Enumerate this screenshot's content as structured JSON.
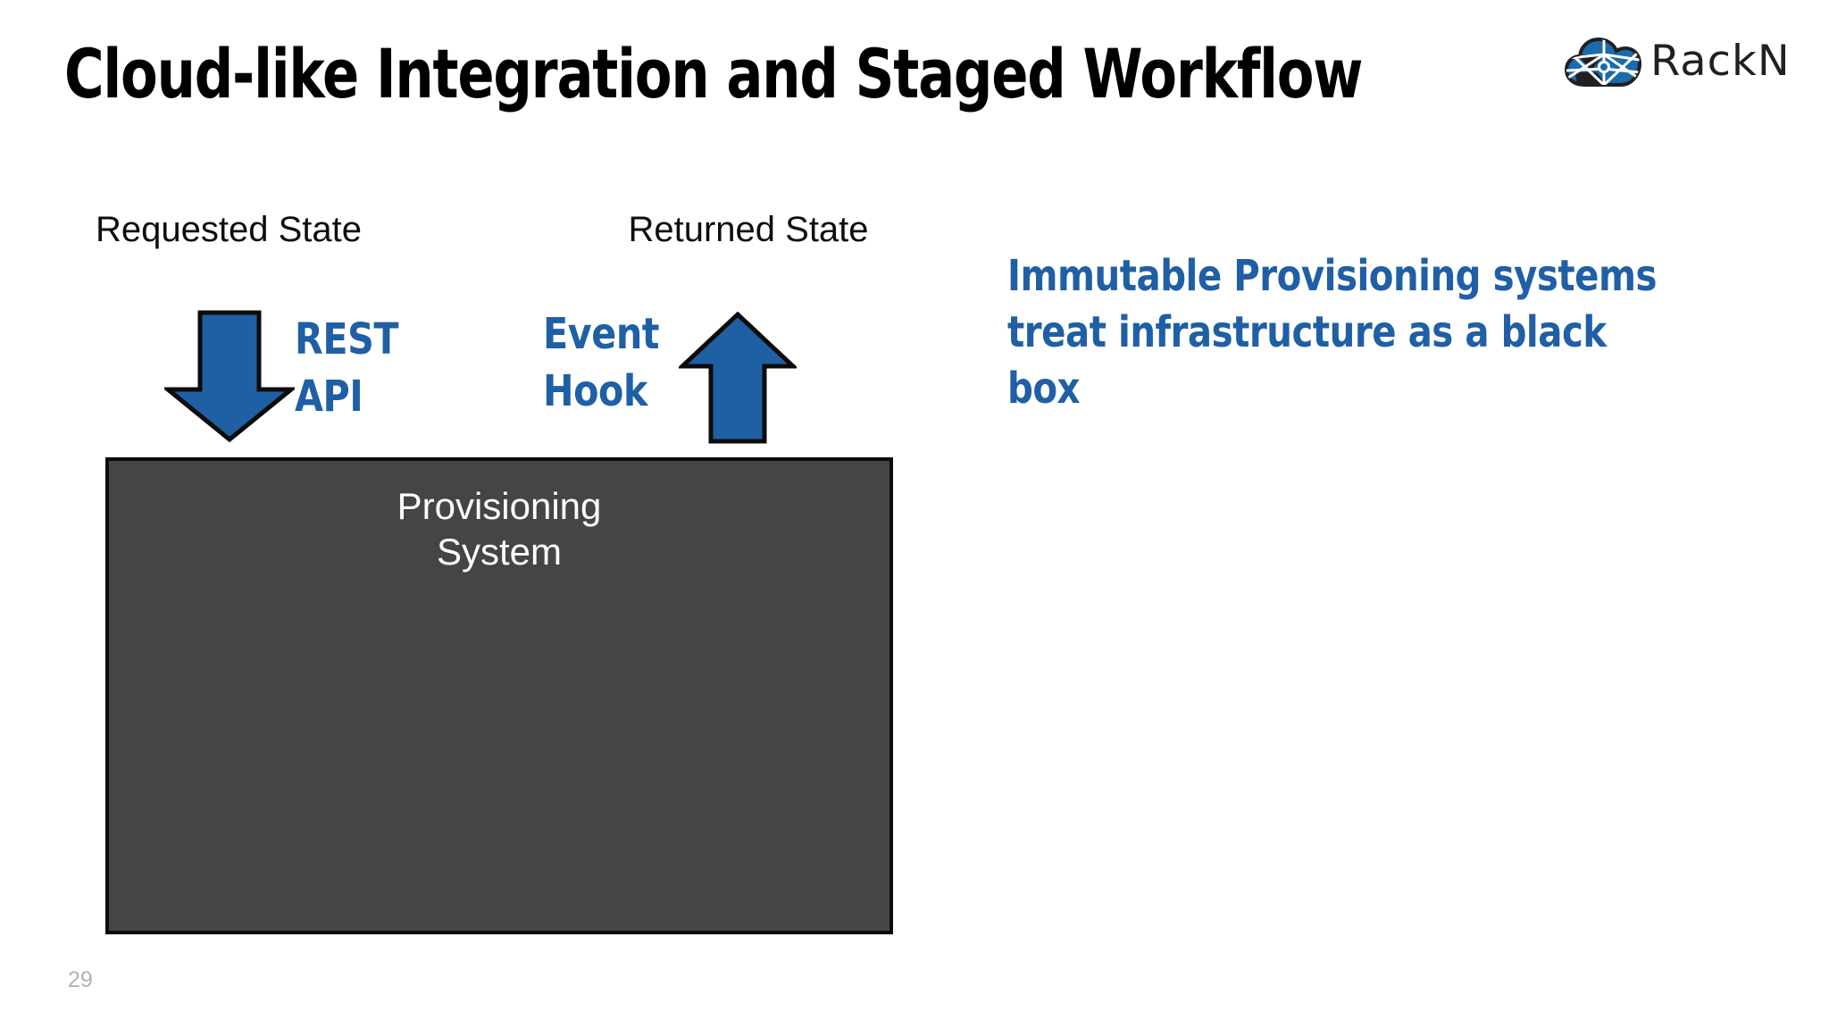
{
  "slide": {
    "title": "Cloud-like Integration and Staged Workflow",
    "page_number": "29",
    "background_color": "#ffffff"
  },
  "logo": {
    "wordmark": "RackN",
    "mark_icon": "rackn-cloud-icon",
    "mark_colors": {
      "blue": "#1a6aad",
      "dark": "#231f20",
      "outline": "#231f20"
    },
    "word_color": "#231f20"
  },
  "diagram": {
    "requested": {
      "caption": "Requested\nState",
      "arrow_icon": "arrow-down-icon",
      "arrow_label": "REST\nAPI"
    },
    "returned": {
      "caption": "Returned\nState",
      "arrow_icon": "arrow-up-icon",
      "arrow_label": "Event\nHook"
    },
    "system_box": {
      "label": "Provisioning\nSystem",
      "fill_color": "#454548",
      "border_color": "#0c0c0c",
      "text_color": "#ffffff"
    },
    "arrow_fill_color": "#1f5fa4",
    "arrow_stroke_color": "#0c0c0c"
  },
  "callout": {
    "text": "Immutable Provisioning systems\ntreat infrastructure as a black box",
    "color": "#1f5fa6"
  }
}
